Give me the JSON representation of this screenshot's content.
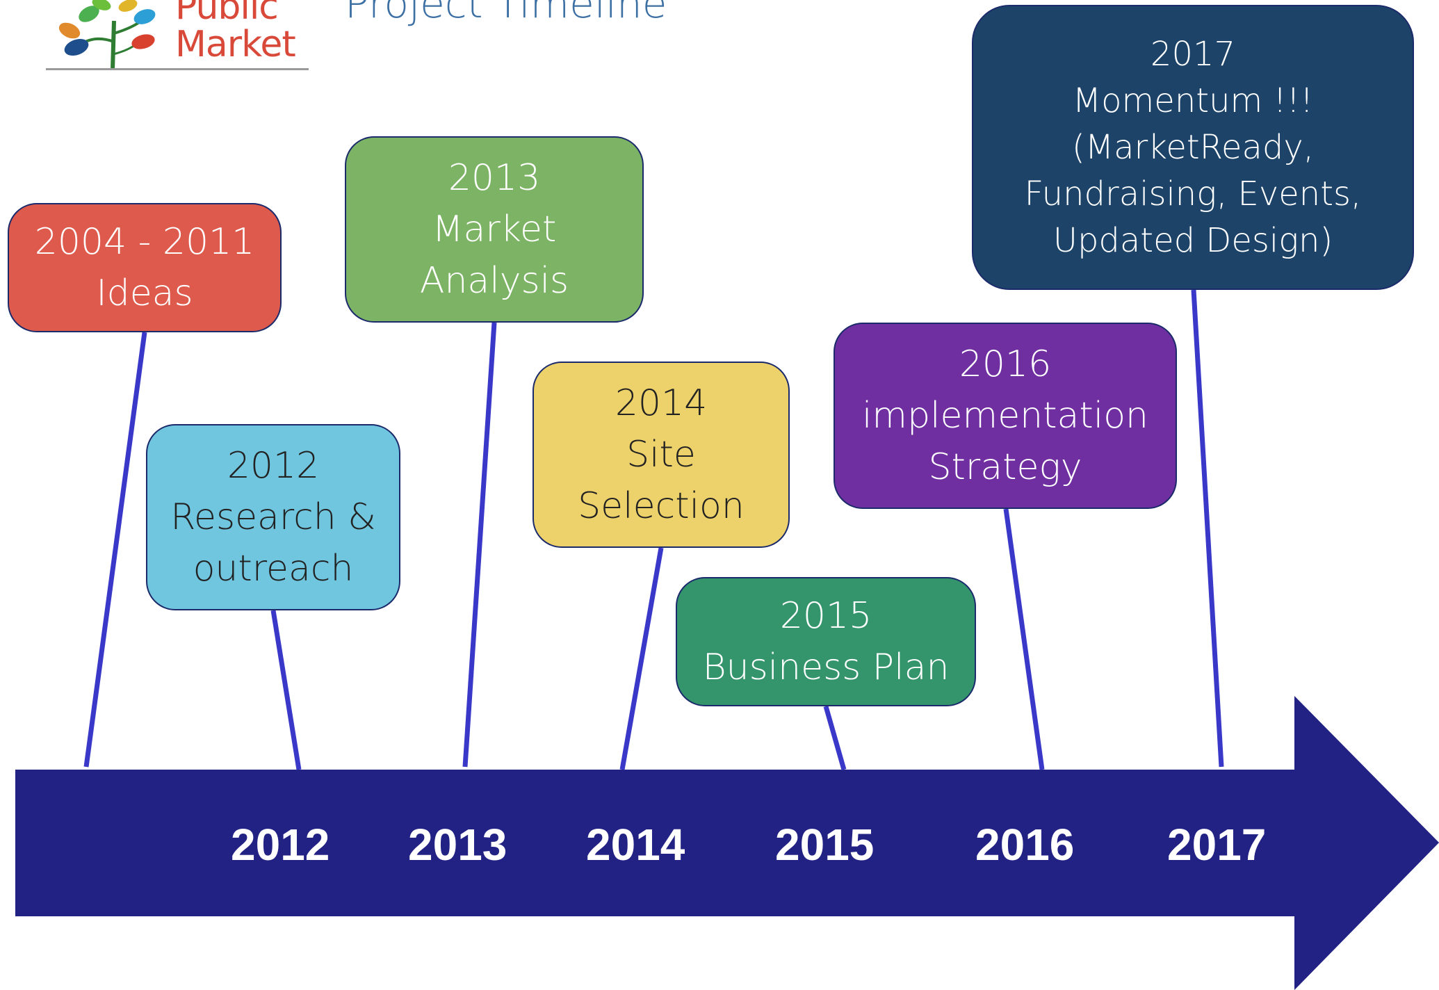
{
  "logo": {
    "line1": "Public",
    "line2": "Market"
  },
  "title": "Project Timeline",
  "colors": {
    "arrow": "#222184",
    "connector": "#3a38c9",
    "ideas": "#de5a4d",
    "research": "#71c6df",
    "market_analysis": "#7db365",
    "site_selection": "#edd26c",
    "business_plan": "#34946b",
    "implementation": "#702fa0",
    "momentum": "#1d4468"
  },
  "axis_years": [
    "2012",
    "2013",
    "2014",
    "2015",
    "2016",
    "2017"
  ],
  "milestones": [
    {
      "id": "ideas",
      "lines": [
        "2004 - 2011",
        "Ideas"
      ]
    },
    {
      "id": "research",
      "lines": [
        "2012",
        "Research &",
        "outreach"
      ]
    },
    {
      "id": "market_analysis",
      "lines": [
        "2013",
        "Market",
        "Analysis"
      ]
    },
    {
      "id": "site_selection",
      "lines": [
        "2014",
        "Site",
        "Selection"
      ]
    },
    {
      "id": "business_plan",
      "lines": [
        "2015",
        "Business Plan"
      ]
    },
    {
      "id": "implementation",
      "lines": [
        "2016",
        "implementation",
        "Strategy"
      ]
    },
    {
      "id": "momentum",
      "lines": [
        "2017",
        "Momentum !!!",
        "(MarketReady,",
        "Fundraising, Events,",
        "Updated Design)"
      ]
    }
  ]
}
